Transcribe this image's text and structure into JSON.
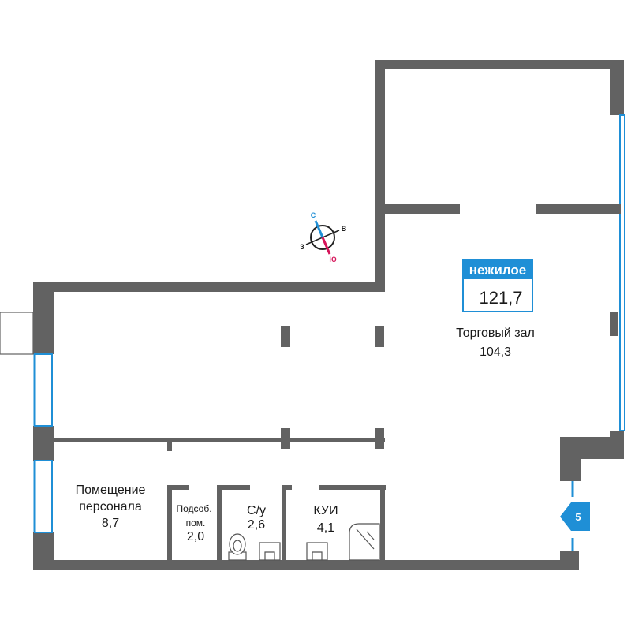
{
  "status_badge": {
    "label": "нежилое",
    "total_area": "121,7",
    "color": "#1f8fd6"
  },
  "rooms": [
    {
      "name": "Торговый зал",
      "area": "104,3"
    },
    {
      "name_line1": "Помещение",
      "name_line2": "персонала",
      "area": "8,7"
    },
    {
      "name_line1": "Подсоб.",
      "name_line2": "пом.",
      "area": "2,0"
    },
    {
      "name": "С/у",
      "area": "2,6"
    },
    {
      "name": "КУИ",
      "area": "4,1"
    }
  ],
  "compass": {
    "north": "С",
    "east": "В",
    "west": "З",
    "south": "Ю",
    "north_color": "#1f8fd6",
    "south_color": "#d6155a"
  },
  "entrance": {
    "number": "5"
  },
  "colors": {
    "walls": "#626262",
    "windows": "#1f8fd6"
  }
}
